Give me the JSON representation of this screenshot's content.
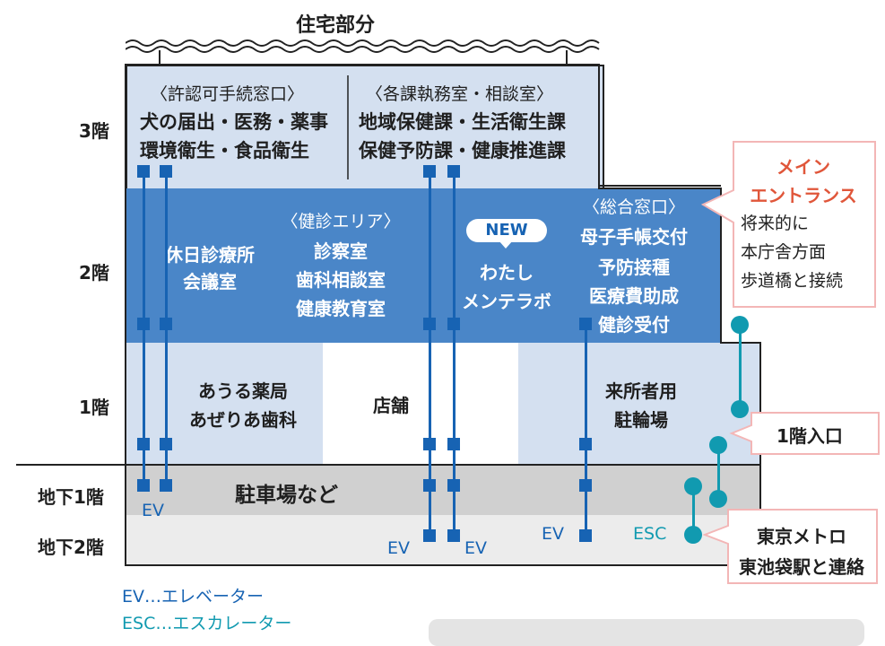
{
  "title": "住宅部分",
  "floors": {
    "f3": "3階",
    "f2": "2階",
    "f1": "1階",
    "b1": "地下1階",
    "b2": "地下2階"
  },
  "floor3": {
    "left_heading": "〈許認可手続窓口〉",
    "left_line1": "犬の届出・医務・薬事",
    "left_line2": "環境衛生・食品衛生",
    "right_heading": "〈各課執務室・相談室〉",
    "right_line1": "地域保健課・生活衛生課",
    "right_line2": "保健予防課・健康推進課"
  },
  "floor2": {
    "holiday_line1": "休日診療所",
    "holiday_line2": "会議室",
    "checkup_heading": "〈健診エリア〉",
    "checkup_line1": "診察室",
    "checkup_line2": "歯科相談室",
    "checkup_line3": "健康教育室",
    "new_badge": "NEW",
    "lab_line1": "わたし",
    "lab_line2": "メンテラボ",
    "general_heading": "〈総合窓口〉",
    "general_line1": "母子手帳交付",
    "general_line2": "予防接種",
    "general_line3": "医療費助成",
    "general_line4": "健診受付"
  },
  "floor1": {
    "pharmacy_line1": "あうる薬局",
    "pharmacy_line2": "あぜりあ歯科",
    "shop": "店舗",
    "bicycle_line1": "来所者用",
    "bicycle_line2": "駐輪場"
  },
  "basement": {
    "parking": "駐車場など",
    "ev_label": "EV",
    "esc_label": "ESC"
  },
  "callouts": {
    "main_line1": "メイン",
    "main_line2": "エントランス",
    "main_line3": "将来的に",
    "main_line4": "本庁舎方面",
    "main_line5": "歩道橋と接続",
    "entrance1": "1階入口",
    "metro_line1": "東京メトロ",
    "metro_line2": "東池袋駅と連絡"
  },
  "legend": {
    "ev": "EV…エレベーター",
    "esc": "ESC…エスカレーター"
  },
  "colors": {
    "blue": "#1763b3",
    "light_blue": "#d4e0f0",
    "mid_blue": "#4a86c8",
    "teal": "#119ab0",
    "accent_red": "#e0563a",
    "pink_border": "#f3b6b6"
  }
}
